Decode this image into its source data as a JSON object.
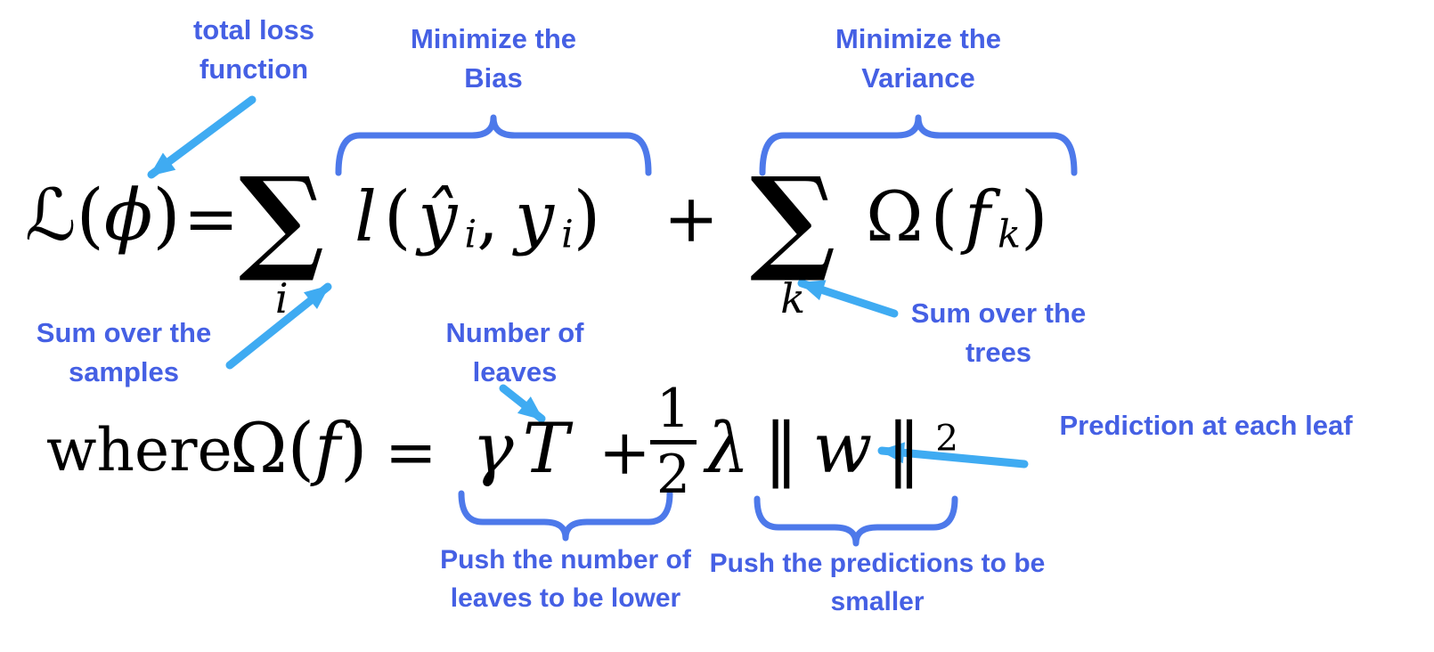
{
  "colors": {
    "background": "#ffffff",
    "formula_ink": "#000000",
    "label_blue": "#4560e4",
    "arrow_blue": "#3fabf2",
    "brace_blue": "#4d79ea"
  },
  "annotations": {
    "total_loss": "total loss function",
    "minimize_bias": "Minimize the Bias",
    "minimize_variance": "Minimize the Variance",
    "sum_samples": "Sum over the samples",
    "number_of_leaves": "Number of leaves",
    "sum_trees": "Sum over the trees",
    "push_leaves": "Push the number of leaves to be lower",
    "push_predictions": "Push the predictions to be smaller",
    "prediction_at_leaf": "Prediction at each leaf"
  },
  "formula_main": {
    "script_l": "ℒ",
    "open": "(",
    "phi": "ϕ",
    "close": ")",
    "equals": "=",
    "sum_symbol": "∑",
    "index_samples": "i",
    "loss_fn": "l",
    "open2": "(",
    "y_hat": "ŷ",
    "sub_i1": "i",
    "comma": ",",
    "y": "y",
    "sub_i2": "i",
    "close2": ")",
    "plus": "+",
    "index_trees": "k",
    "omega": "Ω",
    "open3": "(",
    "f": "f",
    "sub_k": "k",
    "close3": ")"
  },
  "formula_reg": {
    "where": "where",
    "omega": "Ω",
    "open": "(",
    "f": "f",
    "close": ")",
    "equals": "=",
    "gamma": "γ",
    "t": "T",
    "plus": "+",
    "numerator": "1",
    "denominator": "2",
    "lambda": "λ",
    "norm_l": "‖",
    "w": "w",
    "norm_r": "‖",
    "exponent": "2"
  }
}
